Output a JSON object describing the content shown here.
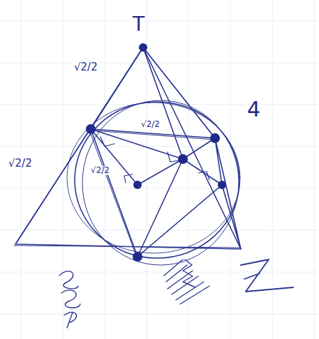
{
  "diagram": {
    "labels": [
      "T",
      "√2/2",
      "√2/2",
      "4",
      "√2/2",
      "√2/2"
    ]
  }
}
